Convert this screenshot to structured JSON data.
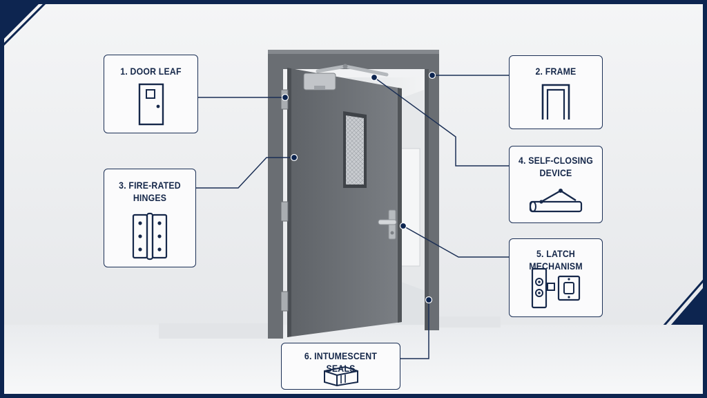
{
  "colors": {
    "navy": "#0d2550",
    "line": "#1b2f55",
    "wall": "#eef0f2",
    "door": "#6f7378"
  },
  "callouts": {
    "door_leaf": {
      "label": "1. DOOR LEAF",
      "icon": "door-icon"
    },
    "frame": {
      "label": "2. FRAME",
      "icon": "door-frame-icon"
    },
    "fire_rated_hinges": {
      "label": "3. FIRE-RATED\nHINGES",
      "icon": "hinge-icon"
    },
    "self_closing_device": {
      "label": "4. SELF-CLOSING\nDEVICE",
      "icon": "door-closer-icon"
    },
    "latch_mechanism": {
      "label": "5. LATCH MECHANISM",
      "icon": "latch-icon"
    },
    "intumescent_seals": {
      "label": "6. INTUMESCENT SEALS",
      "icon": "seal-strip-icon"
    }
  }
}
